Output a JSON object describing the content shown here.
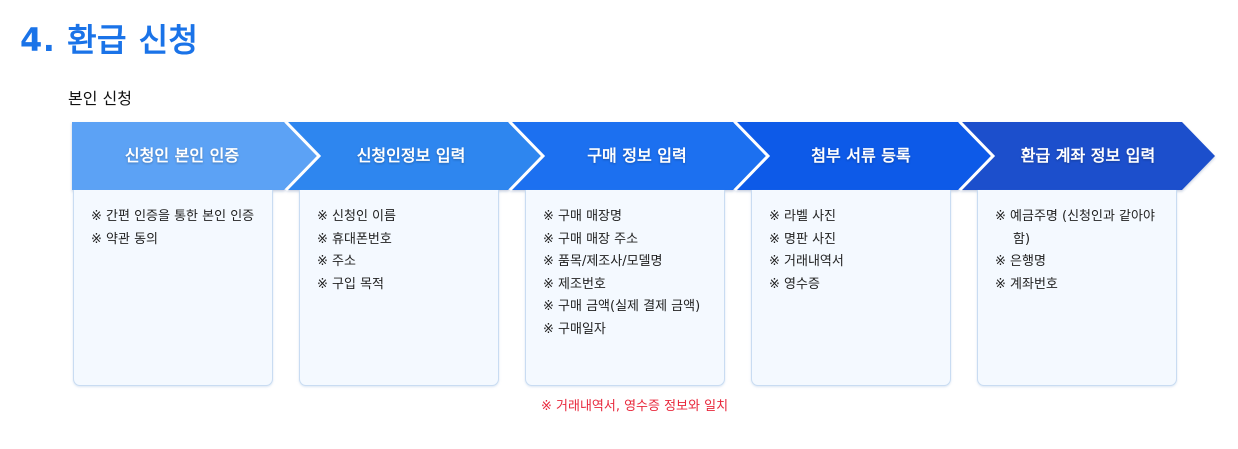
{
  "title": "4. 환급 신청",
  "subtitle": "본인 신청",
  "bullet": "※",
  "colors": {
    "title": "#1a73e8",
    "step1": "#5ba2f5",
    "step2": "#2f86ef",
    "step3": "#1a6ff0",
    "step4": "#0d5ae8",
    "step5": "#1a4fcc",
    "card_bg": "#f4f9ff",
    "card_border": "#c9dcf2",
    "note": "#e8283c"
  },
  "steps": [
    {
      "label": "신청인 본인 인증",
      "items": [
        "※ 간편 인증을 통한 본인 인증",
        "※ 약관 동의"
      ]
    },
    {
      "label": "신청인정보 입력",
      "items": [
        "※ 신청인  이름",
        "※  휴대폰번호",
        "※ 주소",
        "※ 구입 목적"
      ]
    },
    {
      "label": "구매 정보 입력",
      "items": [
        "※ 구매 매장명",
        "※ 구매 매장 주소",
        "※ 품목/제조사/모델명",
        "※ 제조번호",
        "※ 구매 금액(실제 결제 금액)",
        "※ 구매일자"
      ],
      "note": "※ 거래내역서, 영수증 정보와 일치"
    },
    {
      "label": "첨부 서류 등록",
      "items": [
        "※ 라벨 사진",
        "※ 명판 사진",
        "※ 거래내역서",
        "※ 영수증"
      ]
    },
    {
      "label": "환급 계좌 정보 입력",
      "items": [
        "※ 예금주명 (신청인과 같아야 함)",
        "※ 은행명",
        "※ 계좌번호"
      ]
    }
  ]
}
